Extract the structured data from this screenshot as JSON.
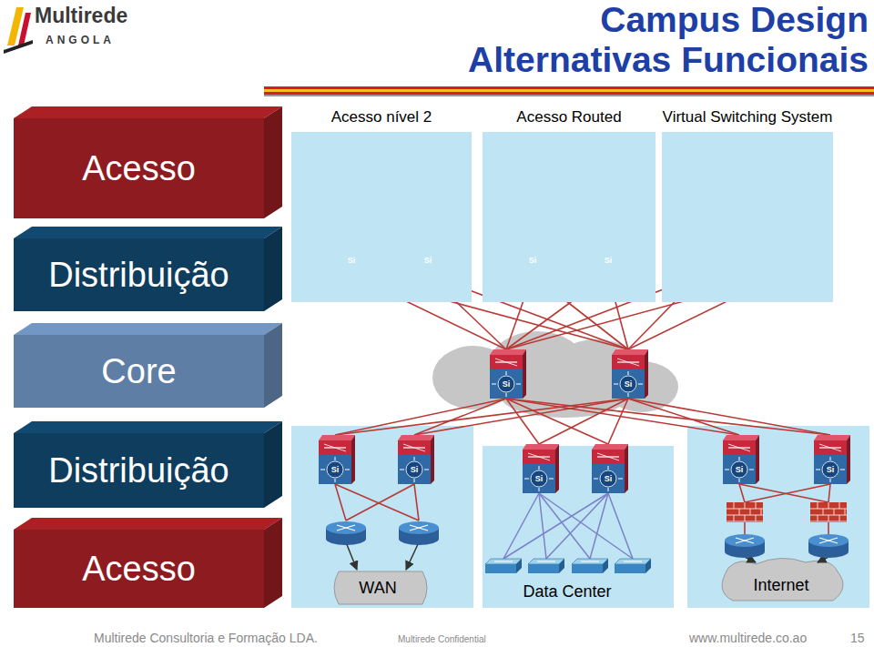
{
  "diagram": {
    "title": "Campus Design Alternativas Funcionais",
    "nodes": [
      {
        "text": [
          "Acesso"
        ]
      },
      {
        "text": [
          "Acesso nível 2"
        ]
      },
      {
        "text": [
          "Acesso Routed"
        ]
      },
      {
        "text": [
          "Virtual Switching System"
        ]
      },
      {
        "text": [
          "Distribuição"
        ]
      },
      {
        "text": [
          "Core"
        ]
      },
      {
        "text": [
          "Distribuição"
        ]
      },
      {
        "text": [
          "Acesso"
        ]
      },
      {
        "text": [
          "WAN"
        ]
      },
      {
        "text": [
          "Data Center"
        ]
      },
      {
        "text": [
          "Internet"
        ]
      }
    ],
    "labels": [
      "Multirede",
      "ANGOLA",
      "Si",
      "Si",
      "Si",
      "Si",
      "Si",
      "Si",
      "Si",
      "Si",
      "Si",
      "Si",
      "Si",
      "Si",
      "Multirede Consultoria e Formação LDA.",
      "Multirede Confidential",
      "www.multirede.co.ao",
      "15"
    ]
  }
}
